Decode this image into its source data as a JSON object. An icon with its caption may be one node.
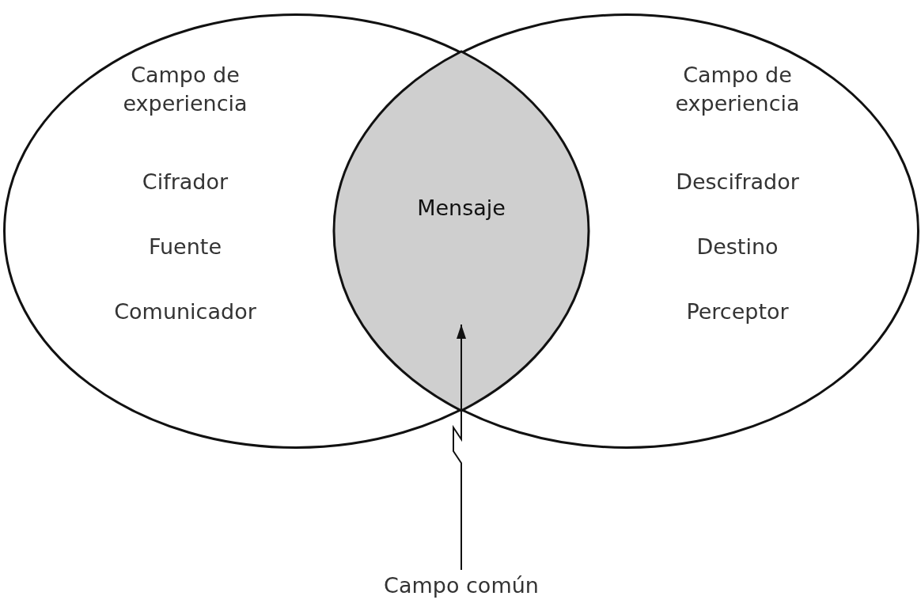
{
  "diagram": {
    "nodes": [
      {
        "text": [
          "Campo de experiencia",
          "Cifrador",
          "Fuente",
          "Comunicador"
        ]
      },
      {
        "text": [
          "Mensaje"
        ]
      },
      {
        "text": [
          "Campo de experiencia",
          "Descifrador",
          "Destino",
          "Perceptor"
        ]
      },
      {
        "text": [
          "Campo común"
        ]
      }
    ],
    "edges": [
      {
        "from": 3,
        "to": 1,
        "arrow": "to"
      }
    ]
  }
}
